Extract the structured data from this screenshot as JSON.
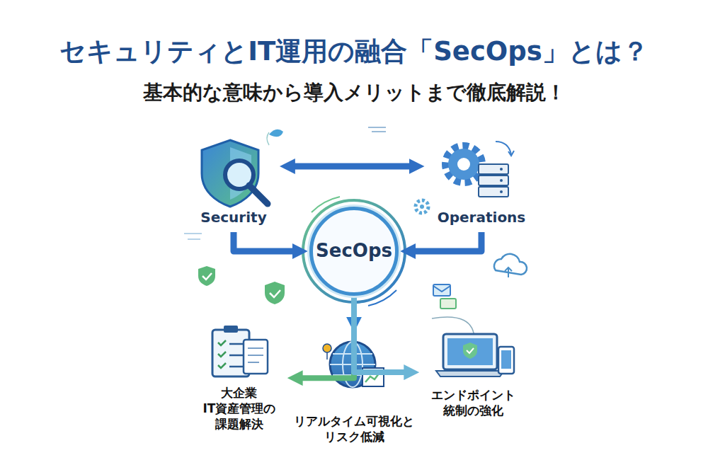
{
  "diagram": {
    "title": "セキュリティとIT運用の融合「SecOps」とは？",
    "nodes": [
      {
        "text": [
          "Security"
        ]
      },
      {
        "text": [
          "Operations"
        ]
      },
      {
        "text": [
          "SecOps"
        ]
      },
      {
        "text": [
          "大企業 IT資産管理の 課題解決"
        ]
      },
      {
        "text": [
          "リアルタイム可視化と リスク低減"
        ]
      },
      {
        "text": [
          "エンドポイント 統制の強化"
        ]
      }
    ],
    "edges": [
      {
        "from": 0,
        "to": 1,
        "arrow": "both"
      },
      {
        "from": 0,
        "to": 2,
        "arrow": "to"
      },
      {
        "from": 1,
        "to": 2,
        "arrow": "to"
      },
      {
        "from": 2,
        "to": 3,
        "arrow": "to"
      },
      {
        "from": 2,
        "to": 4,
        "arrow": "to"
      },
      {
        "from": 2,
        "to": 5,
        "arrow": "to"
      }
    ],
    "labels": [
      "基本的な意味から導入メリットまで徹底解説！"
    ]
  }
}
